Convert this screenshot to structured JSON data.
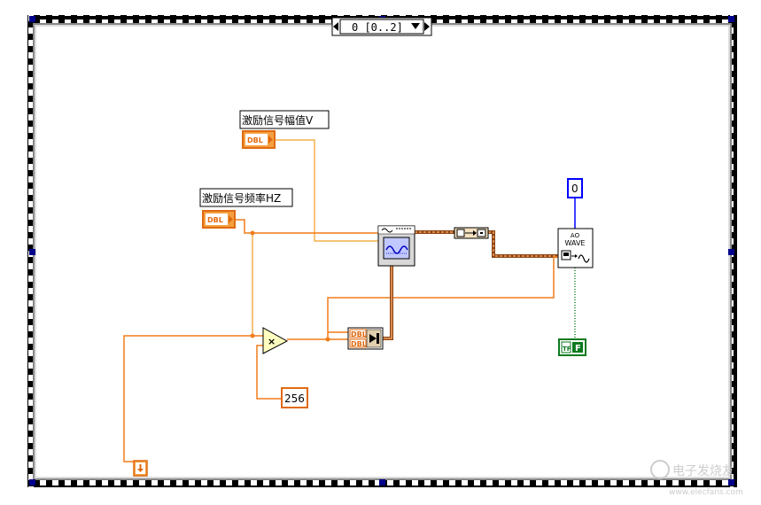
{
  "diagram": {
    "sequence_selector": {
      "value": "0 [0..2]",
      "decrement_icon": "triangle-left-icon",
      "dropdown_icon": "triangle-down-icon",
      "increment_icon": "triangle-right-icon"
    },
    "controls": {
      "amplitude": {
        "label": "激励信号幅值V",
        "type": "DBL"
      },
      "frequency": {
        "label": "激励信号频率HZ",
        "type": "DBL"
      }
    },
    "constants": {
      "channel": "0",
      "samples": "256",
      "boolean": "F",
      "boolean_type": "TF"
    },
    "function_nodes": {
      "waveform_generator": "sine-waveform-vi-icon",
      "multiply": "×",
      "bundle_dbl_1": "DBL",
      "bundle_dbl_2": "DBL",
      "build_waveform": "build-waveform-icon",
      "ao_wave_top": "AO",
      "ao_wave_bottom": "WAVE",
      "loop_terminal": "iteration-terminal-icon"
    },
    "colors": {
      "numeric_wire": "#f07c1a",
      "waveform_wire": "#a0522d",
      "blue_constant": "#0000ff",
      "boolean": "#0a7a1e"
    },
    "watermark": {
      "line1": "电子发烧友",
      "line2": "www.elecfans.com"
    }
  }
}
